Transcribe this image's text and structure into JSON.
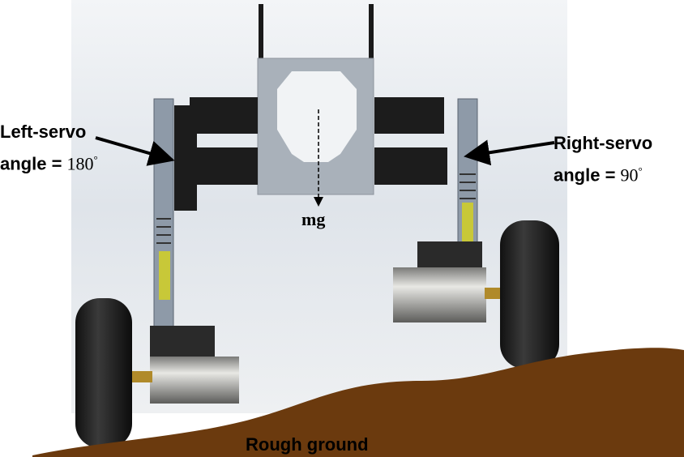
{
  "labels": {
    "left_servo": "Left-servo",
    "left_angle_prefix": "angle = ",
    "left_angle_value": "180",
    "right_servo": "Right-servo",
    "right_angle_prefix": "angle = ",
    "right_angle_value": "90",
    "degree": "°",
    "force": "mg",
    "ground": "Rough ground"
  },
  "colors": {
    "ground": "#6b3a0e",
    "background": "#e6eaee",
    "plate": "#a9b1ba",
    "servo": "#1c1c1c",
    "spring": "#c8c838"
  }
}
